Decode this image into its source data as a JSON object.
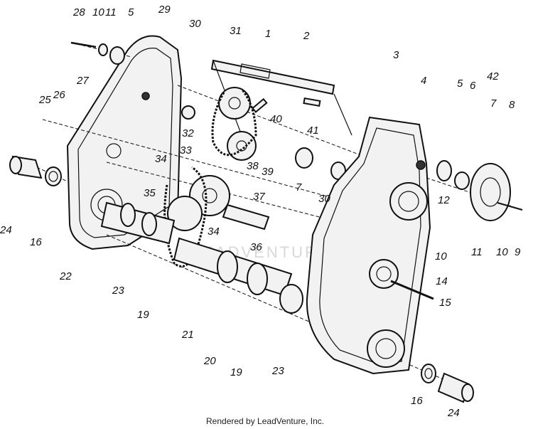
{
  "diagram": {
    "callouts": [
      "28",
      "10",
      "11",
      "5",
      "29",
      "30",
      "31",
      "1",
      "2",
      "3",
      "42",
      "5",
      "6",
      "7",
      "8",
      "27",
      "25",
      "26",
      "32",
      "40",
      "41",
      "4",
      "33",
      "34",
      "38",
      "39",
      "7",
      "30",
      "12",
      "24",
      "16",
      "35",
      "37",
      "34",
      "11",
      "10",
      "9",
      "22",
      "23",
      "36",
      "10",
      "14",
      "19",
      "15",
      "21",
      "20",
      "19",
      "23",
      "16",
      "24"
    ],
    "watermark": "LEADVENTURE",
    "footer": "Rendered by LeadVenture, Inc."
  }
}
